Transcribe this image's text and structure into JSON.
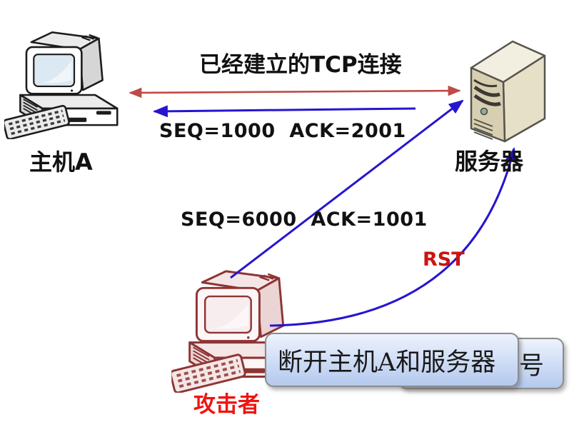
{
  "diagram": {
    "title": "已经建立的TCP连接",
    "nodes": {
      "host_a": {
        "label": "主机A"
      },
      "server": {
        "label": "服务器"
      },
      "attacker": {
        "label": "攻击者"
      }
    },
    "messages": {
      "legit_packet": "SEQ=1000  ACK=2001",
      "spoofed_packet": "SEQ=6000  ACK=1001",
      "rst_flag": "RST"
    },
    "callouts": {
      "front_text": "断开主机A和服务器",
      "back_partial_text": "号"
    }
  },
  "colors": {
    "established_line": "#bf4a47",
    "packet_line": "#2615cf",
    "rst_text": "#cc1410",
    "attacker_label": "#ee1511",
    "label_text": "#111111",
    "callout_border": "#8b8b8b",
    "callout_top": "#eef3fd",
    "callout_bottom": "#b5c9ee"
  }
}
